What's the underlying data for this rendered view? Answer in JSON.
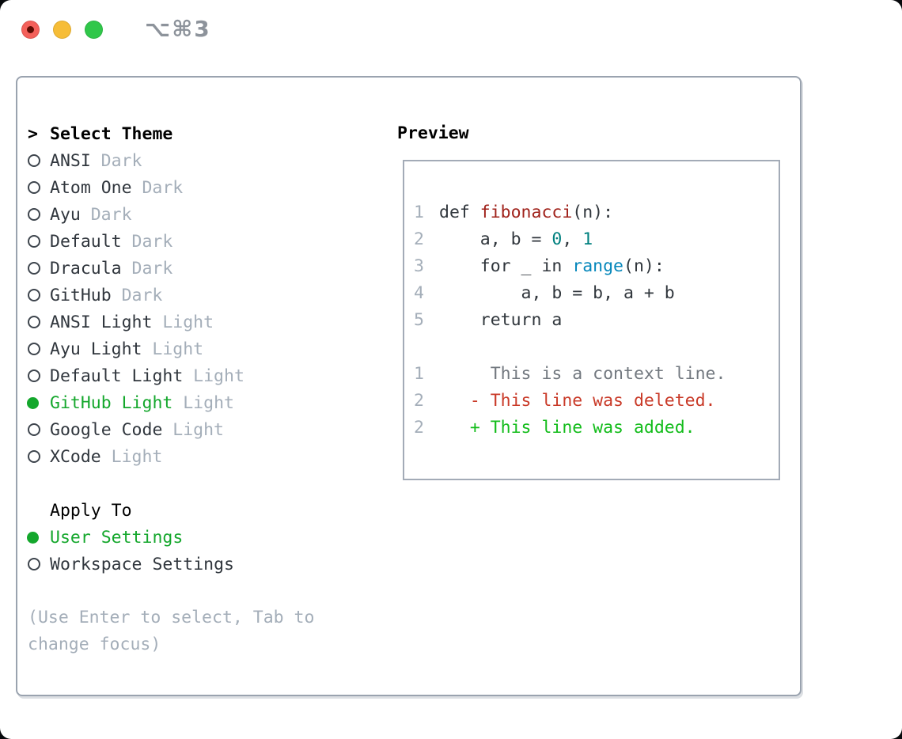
{
  "window": {
    "title": "⌥⌘3",
    "traffic_lights": [
      {
        "name": "close",
        "color": "#f4605a"
      },
      {
        "name": "minimize",
        "color": "#f6bd37"
      },
      {
        "name": "zoom",
        "color": "#30c74a"
      }
    ]
  },
  "colors": {
    "selection_green": "#14a72c",
    "panel_border": "#9aa3af",
    "preview_border": "#a3abb7",
    "muted_text": "#a4aeb9",
    "primary_text": "#30363d"
  },
  "theme_panel": {
    "header": {
      "marker": ">",
      "label": "Select Theme"
    },
    "themes": [
      {
        "name": "ANSI",
        "variant": "Dark",
        "selected": false
      },
      {
        "name": "Atom One",
        "variant": "Dark",
        "selected": false
      },
      {
        "name": "Ayu",
        "variant": "Dark",
        "selected": false
      },
      {
        "name": "Default",
        "variant": "Dark",
        "selected": false
      },
      {
        "name": "Dracula",
        "variant": "Dark",
        "selected": false
      },
      {
        "name": "GitHub",
        "variant": "Dark",
        "selected": false
      },
      {
        "name": "ANSI Light",
        "variant": "Light",
        "selected": false
      },
      {
        "name": "Ayu Light",
        "variant": "Light",
        "selected": false
      },
      {
        "name": "Default Light",
        "variant": "Light",
        "selected": false
      },
      {
        "name": "GitHub Light",
        "variant": "Light",
        "selected": true
      },
      {
        "name": "Google Code",
        "variant": "Light",
        "selected": false
      },
      {
        "name": "XCode",
        "variant": "Light",
        "selected": false
      }
    ],
    "apply_to": {
      "label": "Apply To",
      "options": [
        {
          "name": "User Settings",
          "selected": true
        },
        {
          "name": "Workspace Settings",
          "selected": false
        }
      ]
    },
    "hint_lines": [
      "(Use Enter to select, Tab to",
      "change focus)"
    ]
  },
  "preview": {
    "title": "Preview",
    "token_colors": {
      "code": "#30363c",
      "function": "#a0221b",
      "number": "#00807f",
      "builtin": "#0687bb",
      "context": "#72787f",
      "deleted": "#c93a28",
      "added": "#12bc1a"
    },
    "lines": [
      {
        "num": "1",
        "segments": [
          {
            "text": "def ",
            "style": "code"
          },
          {
            "text": "fibonacci",
            "style": "function"
          },
          {
            "text": "(n):",
            "style": "code"
          }
        ]
      },
      {
        "num": "2",
        "segments": [
          {
            "text": "    a, b = ",
            "style": "code"
          },
          {
            "text": "0",
            "style": "number"
          },
          {
            "text": ", ",
            "style": "code"
          },
          {
            "text": "1",
            "style": "number"
          }
        ]
      },
      {
        "num": "3",
        "segments": [
          {
            "text": "    for _ in ",
            "style": "code"
          },
          {
            "text": "range",
            "style": "builtin"
          },
          {
            "text": "(n):",
            "style": "code"
          }
        ]
      },
      {
        "num": "4",
        "segments": [
          {
            "text": "        a, b = b, a + b",
            "style": "code"
          }
        ]
      },
      {
        "num": "5",
        "segments": [
          {
            "text": "    return a",
            "style": "code"
          }
        ]
      },
      {
        "num": "",
        "segments": []
      },
      {
        "num": "1",
        "segments": [
          {
            "text": "     This is a context line.",
            "style": "context"
          }
        ]
      },
      {
        "num": "2",
        "segments": [
          {
            "text": "   - This line was deleted.",
            "style": "deleted"
          }
        ]
      },
      {
        "num": "2",
        "segments": [
          {
            "text": "   + This line was added.",
            "style": "added"
          }
        ]
      }
    ]
  }
}
